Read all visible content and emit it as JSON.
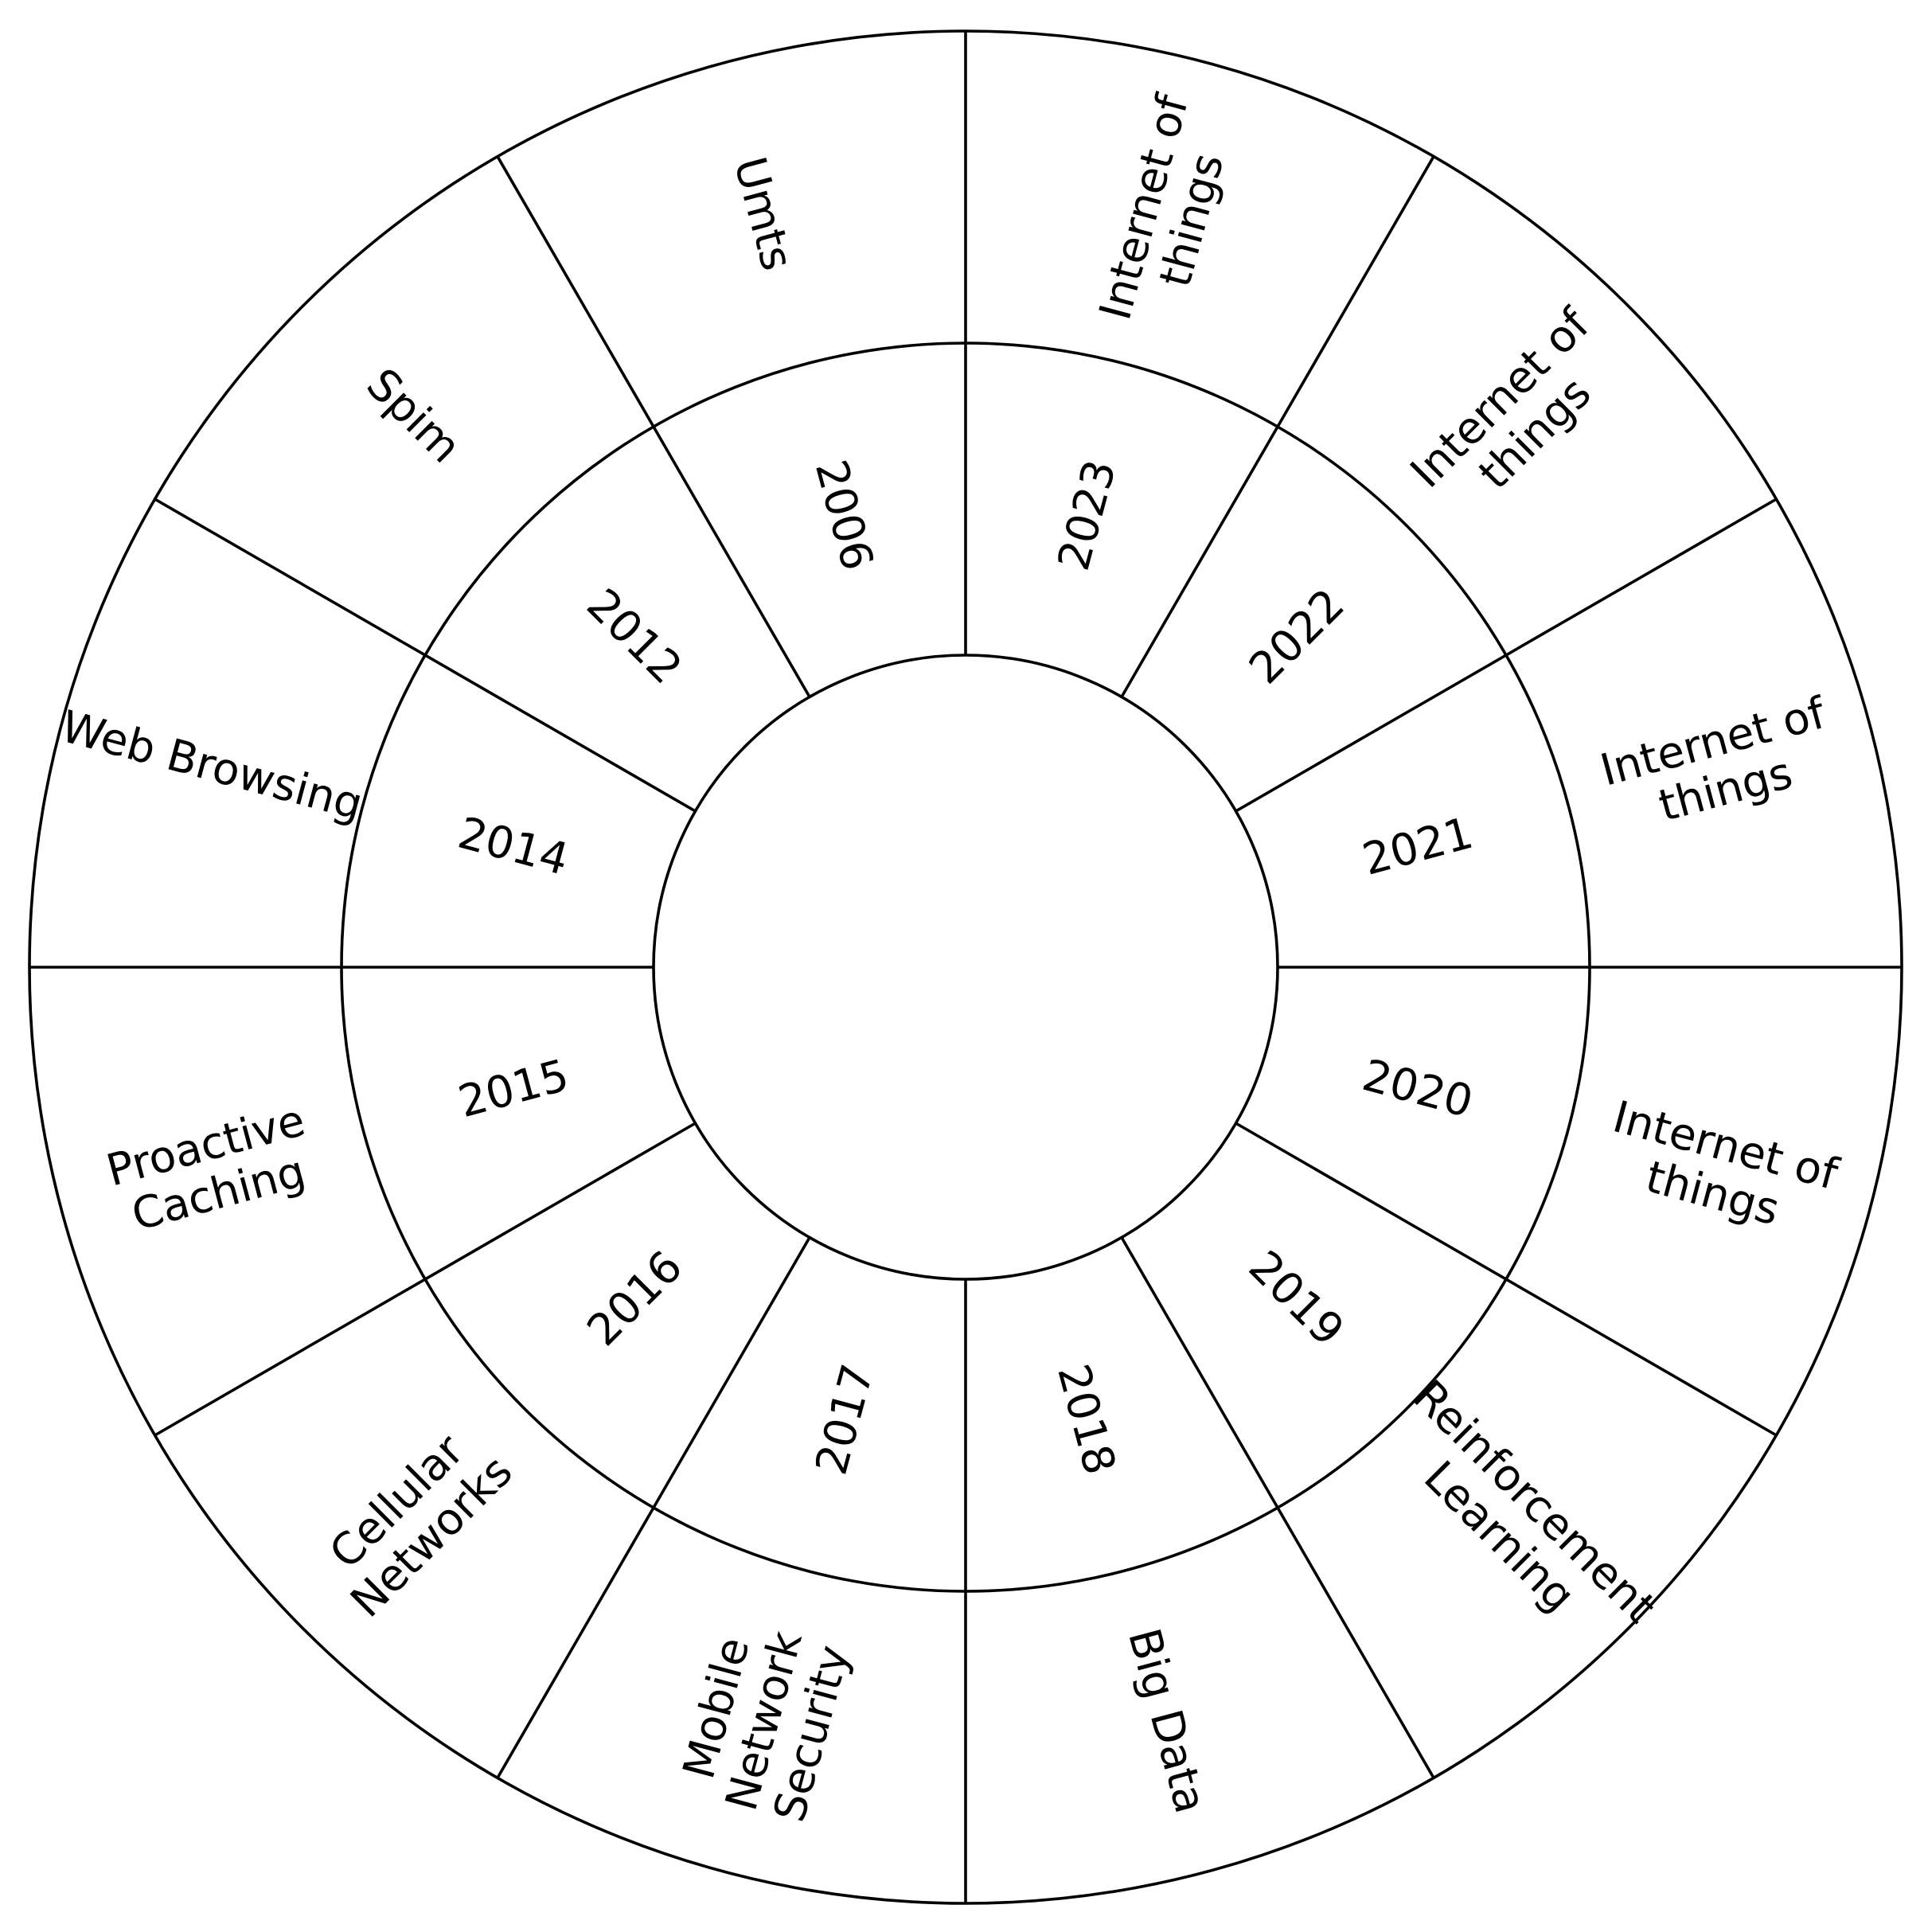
{
  "wheel": {
    "segments": [
      {
        "year": "2023",
        "topic": [
          "Internet of",
          "things"
        ]
      },
      {
        "year": "2022",
        "topic": [
          "Internet of",
          "things"
        ]
      },
      {
        "year": "2021",
        "topic": [
          "Internet of",
          "things"
        ]
      },
      {
        "year": "2020",
        "topic": [
          "Internet of",
          "things"
        ]
      },
      {
        "year": "2019",
        "topic": [
          "Reinforcement",
          "Learning"
        ]
      },
      {
        "year": "2018",
        "topic": [
          "Big Data"
        ]
      },
      {
        "year": "2017",
        "topic": [
          "Mobile",
          "Network",
          "Security"
        ]
      },
      {
        "year": "2016",
        "topic": [
          "Cellular",
          "Networks"
        ]
      },
      {
        "year": "2015",
        "topic": [
          "Proactive",
          "Caching"
        ]
      },
      {
        "year": "2014",
        "topic": [
          "Web Browsing"
        ]
      },
      {
        "year": "2012",
        "topic": [
          "Spim"
        ]
      },
      {
        "year": "2006",
        "topic": [
          "Umts"
        ]
      }
    ],
    "line_color": "#000000",
    "fill_color": "#ffffff"
  }
}
